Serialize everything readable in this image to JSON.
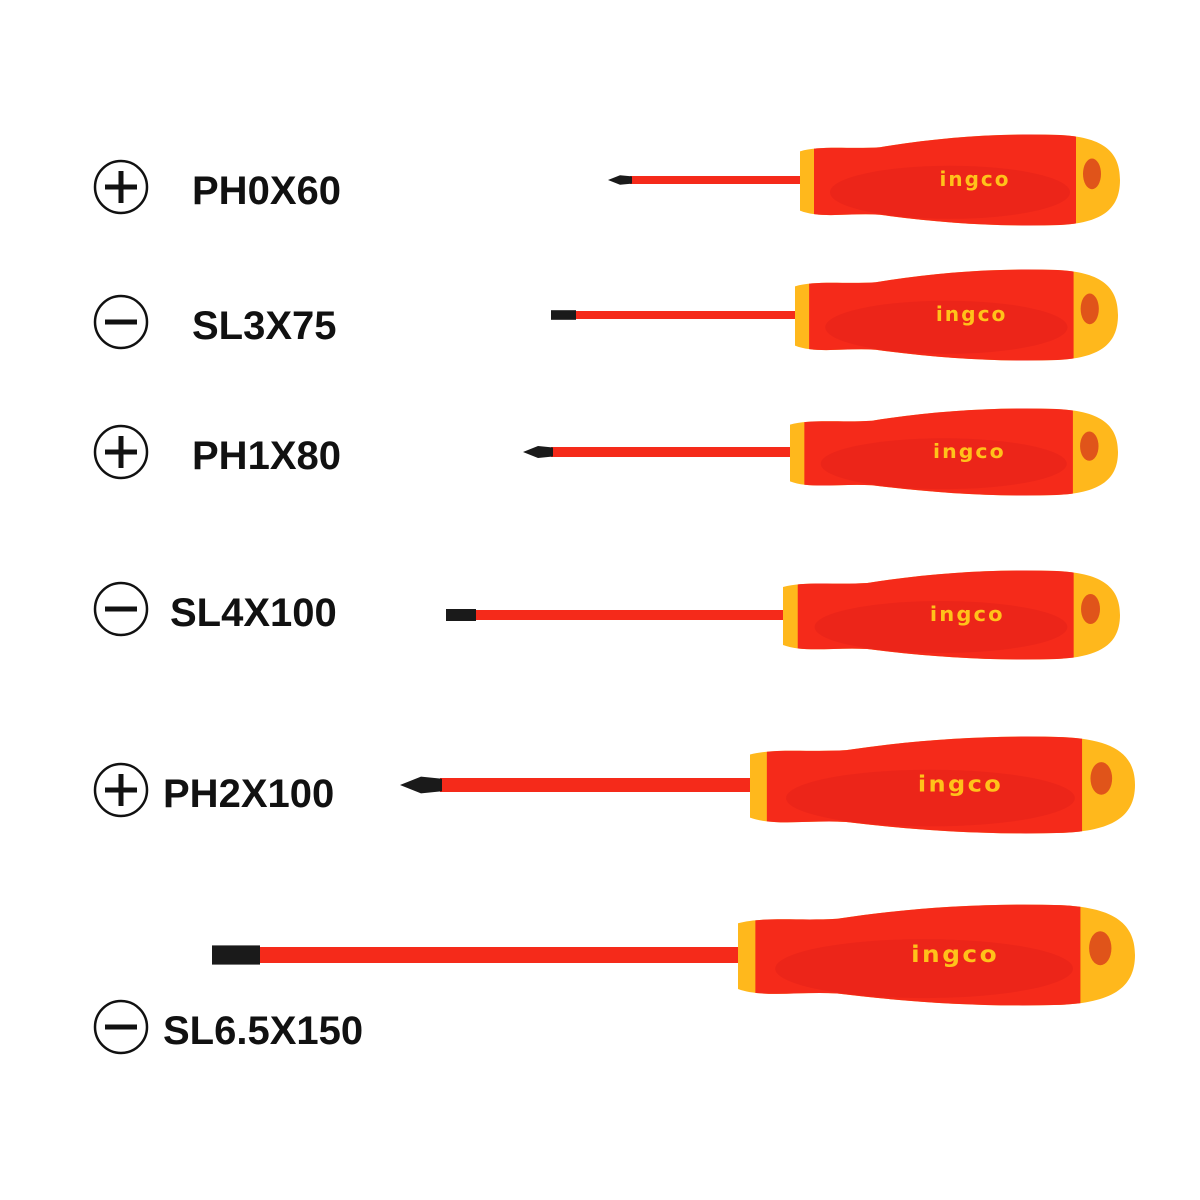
{
  "brand": "ingco",
  "colors": {
    "handle": "#f52a1a",
    "accent": "#ffb81c",
    "tip": "#1a1a1a",
    "label": "#111111"
  },
  "screwdrivers": [
    {
      "type": "phillips",
      "icon": "plus-circle-icon",
      "label": "PH0X60"
    },
    {
      "type": "slotted",
      "icon": "minus-circle-icon",
      "label": "SL3X75"
    },
    {
      "type": "phillips",
      "icon": "plus-circle-icon",
      "label": "PH1X80"
    },
    {
      "type": "slotted",
      "icon": "minus-circle-icon",
      "label": "SL4X100"
    },
    {
      "type": "phillips",
      "icon": "plus-circle-icon",
      "label": "PH2X100"
    },
    {
      "type": "slotted",
      "icon": "minus-circle-icon",
      "label": "SL6.5X150"
    }
  ]
}
